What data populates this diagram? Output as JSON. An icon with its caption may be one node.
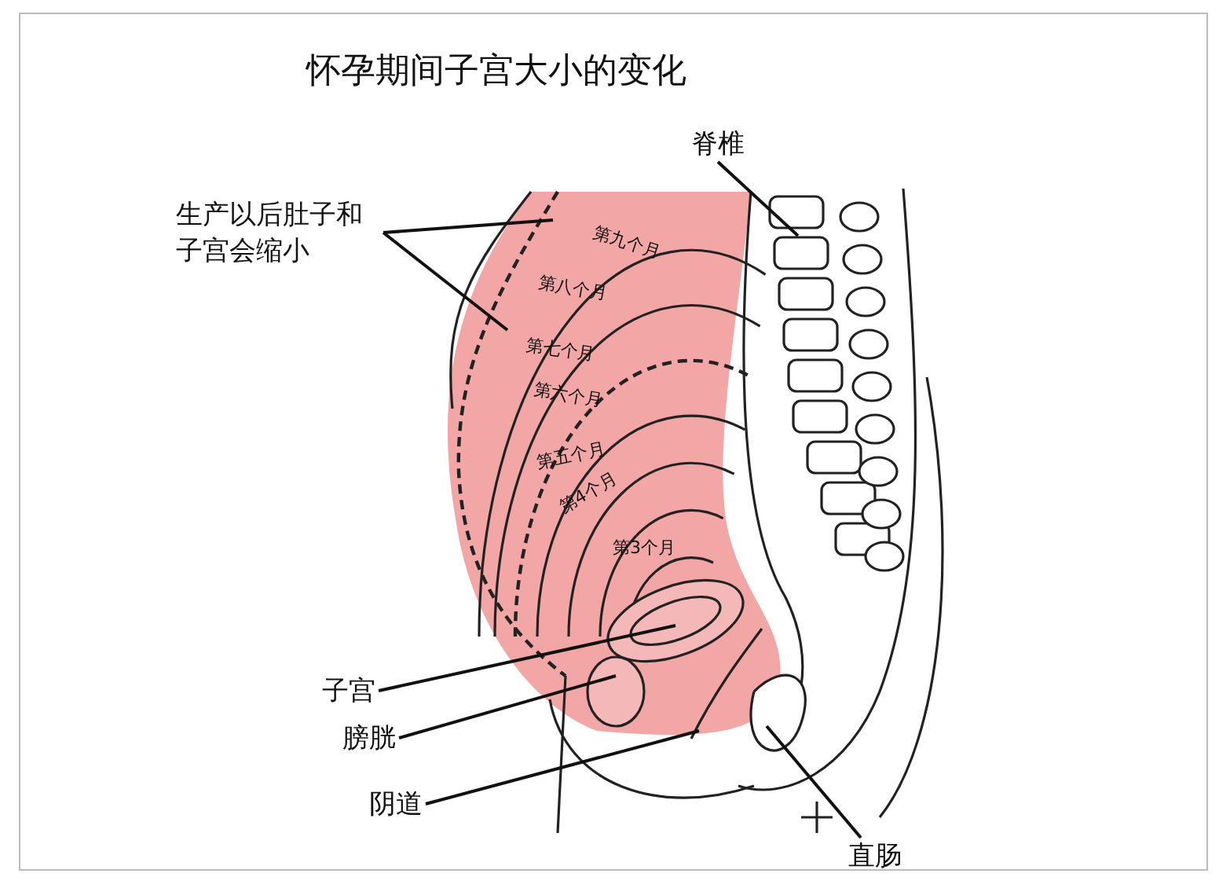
{
  "diagram": {
    "title": "怀孕期间子宫大小的变化",
    "nodes": [
      {
        "text": [
          "生产以后肚子和子宫会缩小"
        ]
      },
      {
        "text": [
          "脊椎"
        ]
      },
      {
        "text": [
          "子宫"
        ]
      },
      {
        "text": [
          "膀胱"
        ]
      },
      {
        "text": [
          "阴道"
        ]
      },
      {
        "text": [
          "直肠"
        ]
      }
    ],
    "edges": [
      {
        "from": 0,
        "to": null,
        "arrow": "none"
      },
      {
        "from": 0,
        "to": null,
        "arrow": "none"
      },
      {
        "from": 1,
        "to": null,
        "arrow": "none"
      },
      {
        "from": 2,
        "to": null,
        "arrow": "none"
      },
      {
        "from": 3,
        "to": null,
        "arrow": "none"
      },
      {
        "from": 4,
        "to": null,
        "arrow": "none"
      },
      {
        "from": 5,
        "to": null,
        "arrow": "none"
      }
    ],
    "labels": [
      "第九个月",
      "第八个月",
      "第七个月",
      "第六个月",
      "第五个月",
      "第4个月",
      "第3个月"
    ]
  }
}
